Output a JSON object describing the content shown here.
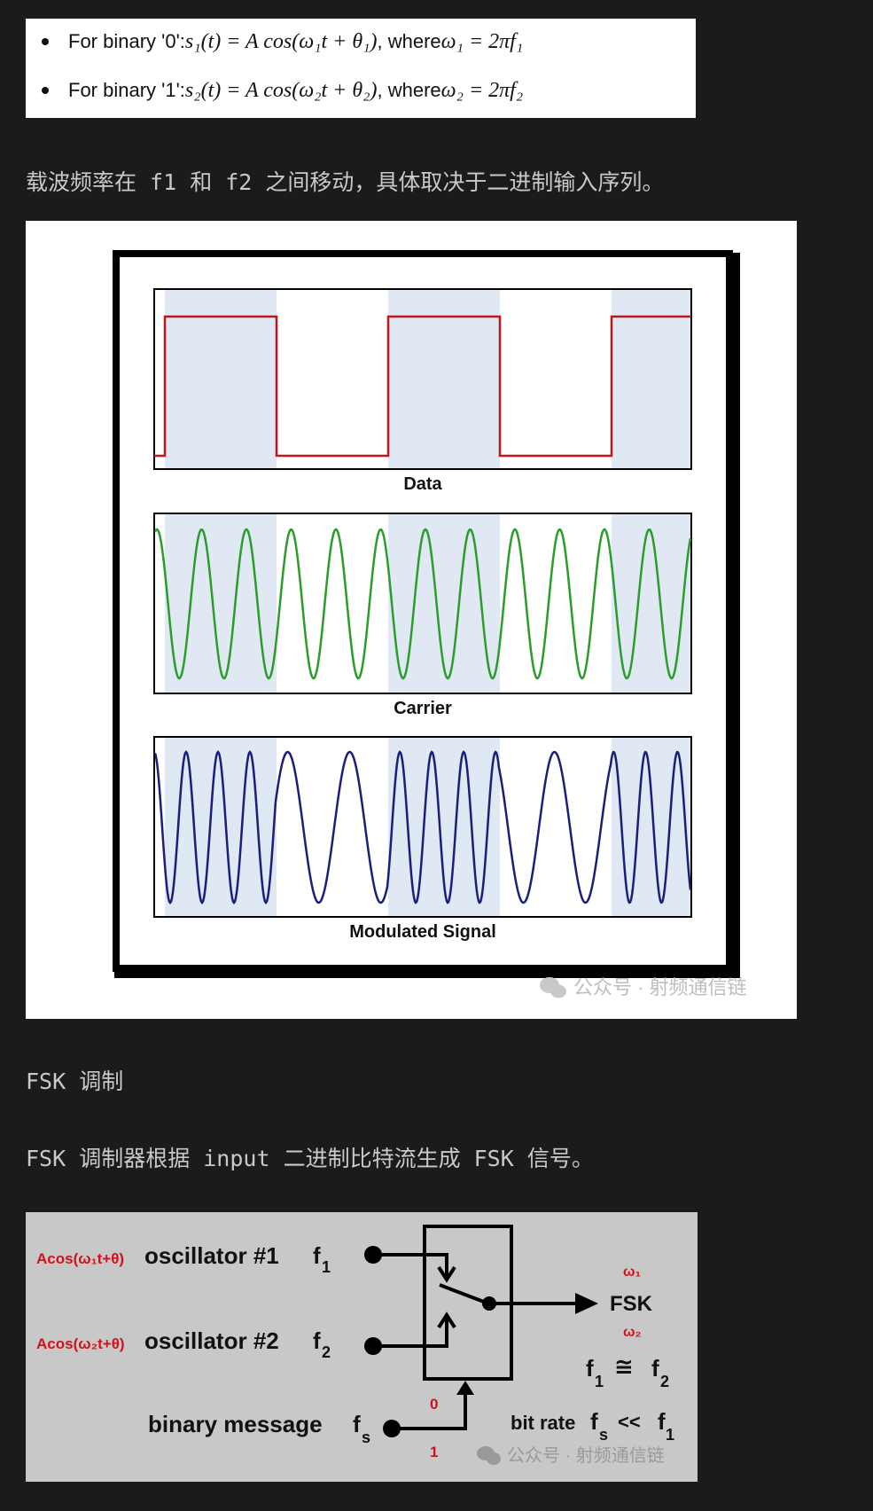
{
  "formulas": [
    {
      "prefix": "For binary '0': ",
      "math": "s₁(t) = A cos(ω₁t + θ₁)",
      "mid": ", where ",
      "math2": "ω₁ = 2πf₁"
    },
    {
      "prefix": "For binary '1': ",
      "math": "s₂(t) = A cos(ω₂t + θ₂)",
      "mid": ", where ",
      "math2": "ω₂ = 2πf₂"
    }
  ],
  "text": {
    "carrier_sentence": "载波频率在 f1 和 f2 之间移动，具体取决于二进制输入序列。",
    "heading": "FSK 调制",
    "modulator_sentence": "FSK 调制器根据 input 二进制比特流生成 FSK 信号。"
  },
  "figure1": {
    "data_label": "Data",
    "carrier_label": "Carrier",
    "modulated_label": "Modulated Signal",
    "watermark": "公众号 · 射频通信链",
    "bits": [
      1,
      0,
      1,
      0,
      1
    ],
    "colors": {
      "data": "#c0171f",
      "carrier": "#2a9d2a",
      "modulated": "#1a1f7a",
      "shade": "#dfe8f3"
    }
  },
  "figure2": {
    "osc1_formula": "Acos(ω₁t+θ)",
    "osc1_label": "oscillator #1",
    "osc1_freq": "f",
    "osc1_sub": "1",
    "osc2_formula": "Acos(ω₂t+θ)",
    "osc2_label": "oscillator #2",
    "osc2_freq": "f",
    "osc2_sub": "2",
    "binary_label": "binary message",
    "fs": "f",
    "fs_sub": "s",
    "zero": "0",
    "one": "1",
    "w1": "ω₁",
    "w2": "ω₂",
    "fsk": "FSK",
    "approx_f1": "f",
    "approx_sym": "≅",
    "approx_f2": "f",
    "approx_sub1": "1",
    "approx_sub2": "2",
    "bitrate": "bit rate",
    "bitrate_fs": "f",
    "bitrate_sub": "s",
    "bitrate_ll": "<<",
    "bitrate_f1": "f",
    "bitrate_sub1": "1",
    "watermark": "公众号 · 射频通信链",
    "colors": {
      "formula": "#d0121a"
    }
  }
}
